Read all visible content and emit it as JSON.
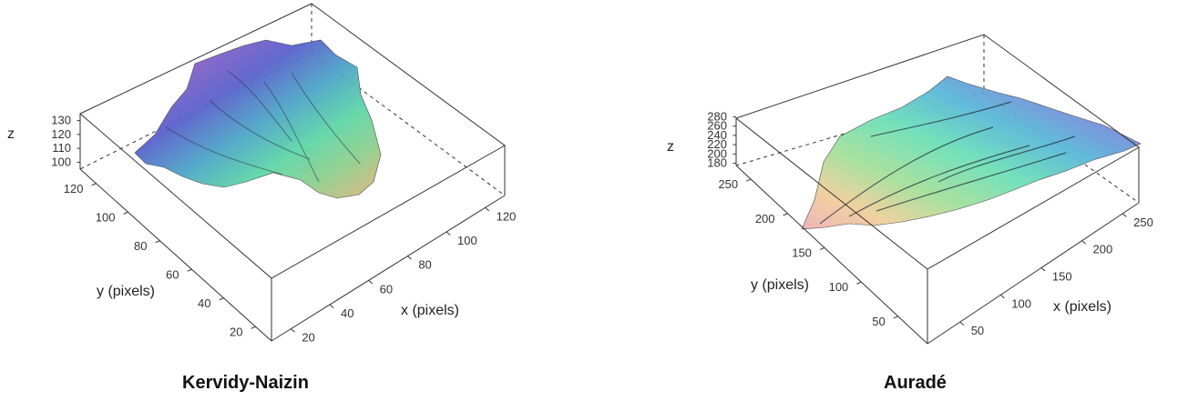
{
  "chart_data": [
    {
      "type": "surface3d",
      "caption": "Kervidy-Naizin",
      "xlabel": "x (pixels)",
      "ylabel": "y (pixels)",
      "zlabel": "z",
      "x_ticks": [
        "20",
        "40",
        "60",
        "80",
        "100",
        "120"
      ],
      "y_ticks": [
        "20",
        "40",
        "60",
        "80",
        "100",
        "120"
      ],
      "z_ticks": [
        "100",
        "110",
        "120",
        "130"
      ],
      "xlim": [
        10,
        130
      ],
      "ylim": [
        10,
        130
      ],
      "zlim": [
        95,
        135
      ],
      "colormap": [
        "#e17ab2",
        "#8b62c8",
        "#5a62cc",
        "#4ea6c8",
        "#5fd6a8",
        "#8fd08e",
        "#e6b27a"
      ]
    },
    {
      "type": "surface3d",
      "caption": "Auradé",
      "xlabel": "x (pixels)",
      "ylabel": "y (pixels)",
      "zlabel": "z",
      "x_ticks": [
        "50",
        "100",
        "150",
        "200",
        "250"
      ],
      "y_ticks": [
        "50",
        "100",
        "150",
        "200",
        "250"
      ],
      "z_ticks": [
        "180",
        "200",
        "220",
        "240",
        "260",
        "280"
      ],
      "xlim": [
        10,
        270
      ],
      "ylim": [
        10,
        270
      ],
      "zlim": [
        175,
        285
      ],
      "colormap": [
        "#9a6ad0",
        "#7d86dc",
        "#5ab8d8",
        "#6ee0b8",
        "#a6e09a",
        "#f0cf9a",
        "#f0b0b8"
      ]
    }
  ]
}
